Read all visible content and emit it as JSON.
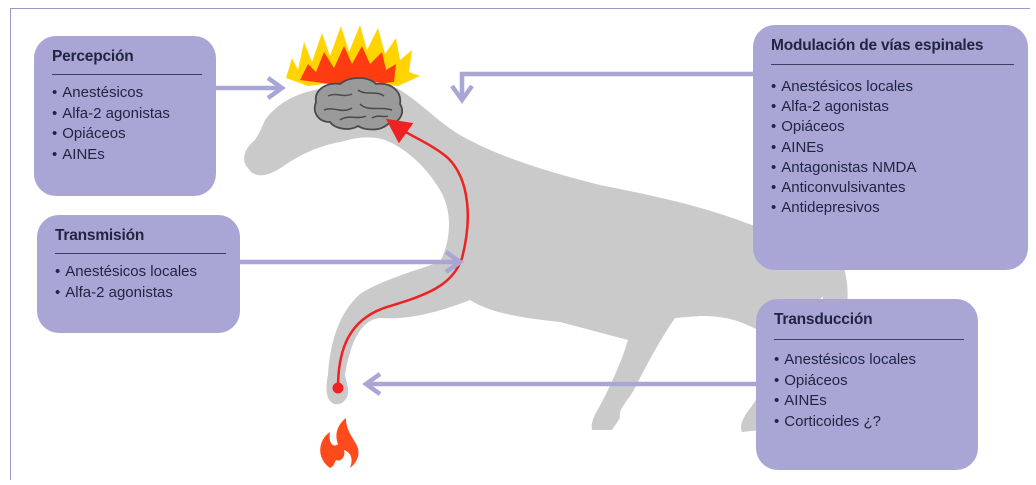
{
  "boxes": {
    "percepcion": {
      "title": "Percepción",
      "items": [
        "Anestésicos",
        "Alfa-2 agonistas",
        "Opiáceos",
        "AINEs"
      ]
    },
    "transmision": {
      "title": "Transmisión",
      "items": [
        "Anestésicos locales",
        "Alfa-2 agonistas"
      ]
    },
    "modulacion": {
      "title": "Modulación de vías espinales",
      "items": [
        "Anestésicos locales",
        "Alfa-2 agonistas",
        "Opiáceos",
        "AINEs",
        "Antagonistas NMDA",
        "Anticonvulsivantes",
        "Antidepresivos"
      ]
    },
    "transduccion": {
      "title": "Transducción",
      "items": [
        "Anestésicos locales",
        "Opiáceos",
        "AINEs",
        "Corticoides ¿?"
      ]
    }
  },
  "colors": {
    "box": "#a9a6d6",
    "arrow": "#a9a6d6",
    "dog": "#cacaca",
    "pain_path": "#ee2222",
    "burst_outer": "#ffd400",
    "burst_inner": "#ff3b12",
    "flame": "#ff4a1c"
  },
  "icons": [
    "brain-icon",
    "pain-burst-icon",
    "flame-icon"
  ]
}
